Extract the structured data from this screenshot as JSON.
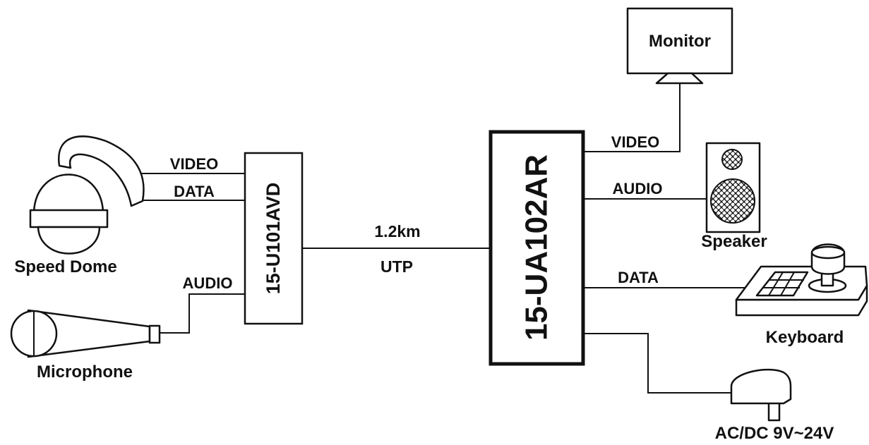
{
  "devices": {
    "transmitter": {
      "label": "15-U101AVD"
    },
    "receiver": {
      "label": "15-UA102AR"
    },
    "speed_dome": {
      "label": "Speed Dome"
    },
    "microphone": {
      "label": "Microphone"
    },
    "monitor": {
      "label": "Monitor"
    },
    "speaker": {
      "label": "Speaker"
    },
    "keyboard": {
      "label": "Keyboard"
    },
    "power_adapter": {
      "label": "AC/DC 9V~24V"
    }
  },
  "links": {
    "dome_video": "VIDEO",
    "dome_data": "DATA",
    "mic_audio": "AUDIO",
    "utp_distance": "1.2km",
    "utp_cable": "UTP",
    "monitor_video": "VIDEO",
    "speaker_audio": "AUDIO",
    "keyboard_data": "DATA"
  },
  "colors": {
    "ink": "#111111",
    "background": "#ffffff"
  }
}
